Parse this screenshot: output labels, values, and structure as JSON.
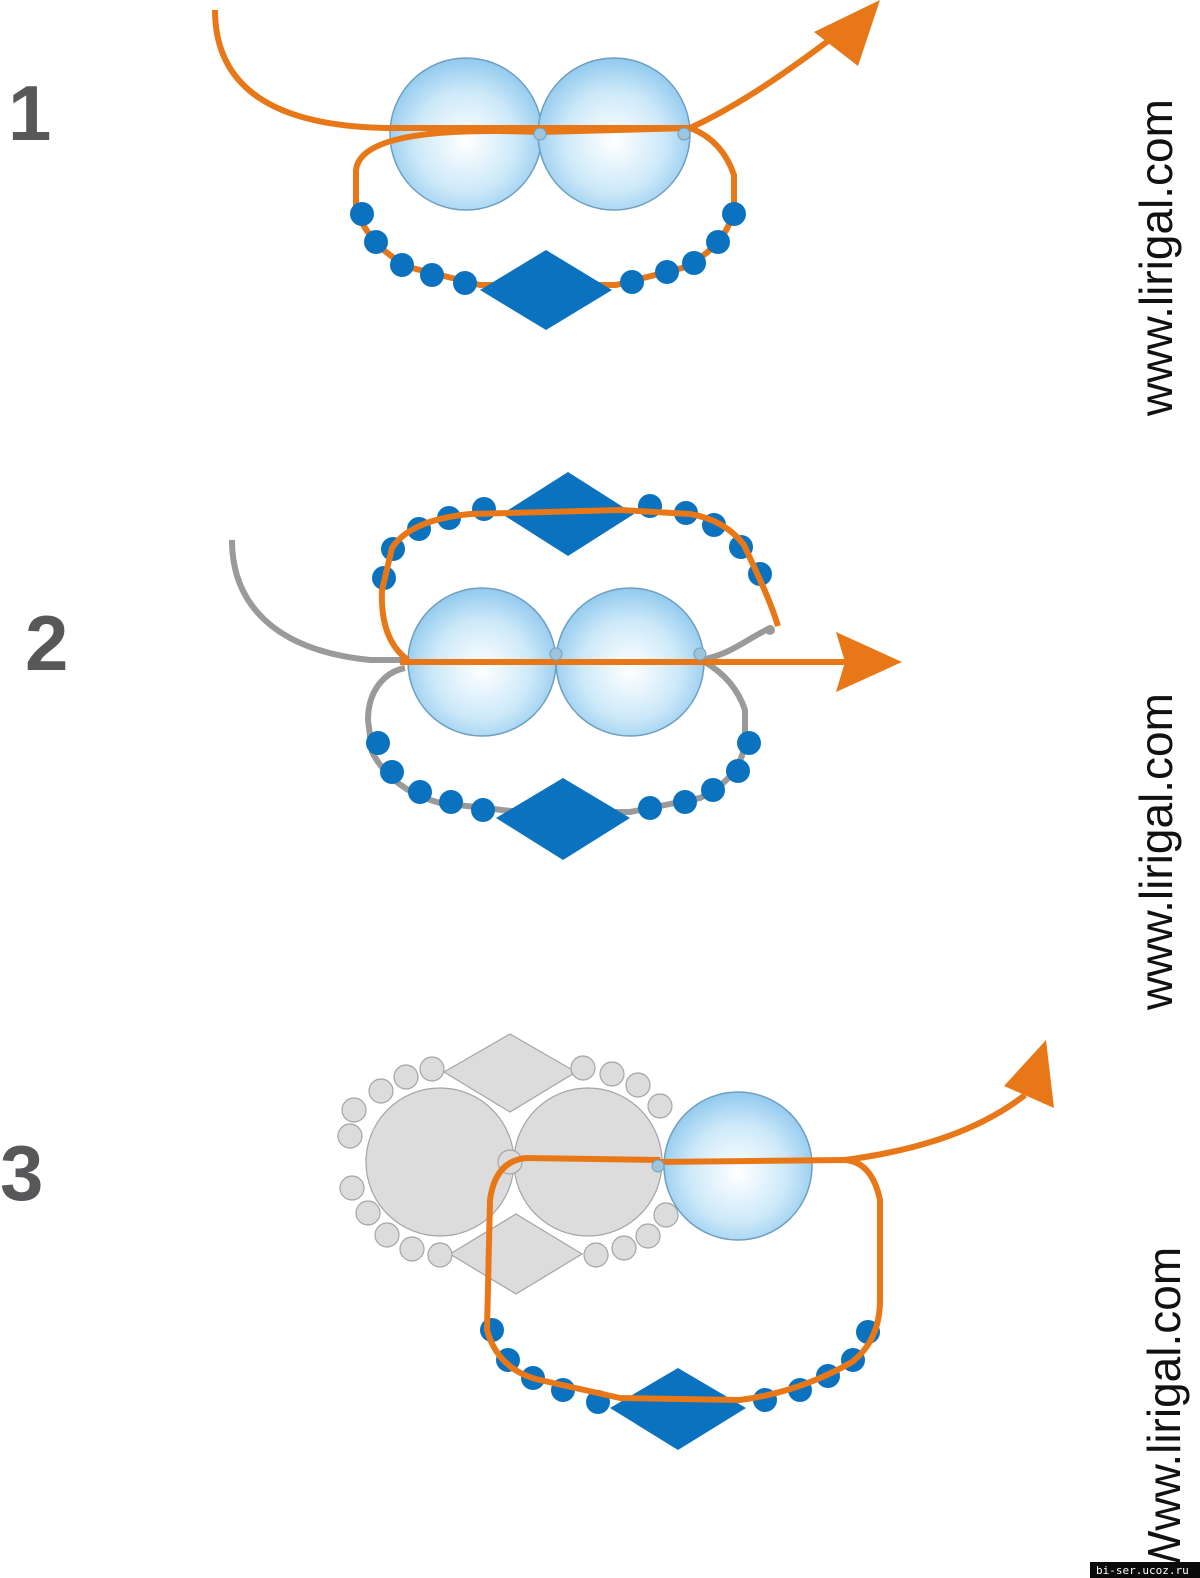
{
  "steps": [
    {
      "number": "1"
    },
    {
      "number": "2"
    },
    {
      "number": "3"
    }
  ],
  "watermarks": [
    "www.lirigal.com",
    "www.lirigal.com",
    "Www.lirigal.com"
  ],
  "footer_text": "bi-ser.ucoz.ru",
  "colors": {
    "thread_active": "#e87817",
    "thread_previous": "#9a9a9a",
    "seed_bead": "#0a72bf",
    "bicone": "#0a72bf",
    "pearl_fill": "#bfe3f7",
    "pearl_edge": "#6f9fbf",
    "completed_fill": "#dcdcdc",
    "completed_edge": "#a5a5a5",
    "step_number": "#58585a",
    "footer_bg": "#0a0a0a"
  }
}
